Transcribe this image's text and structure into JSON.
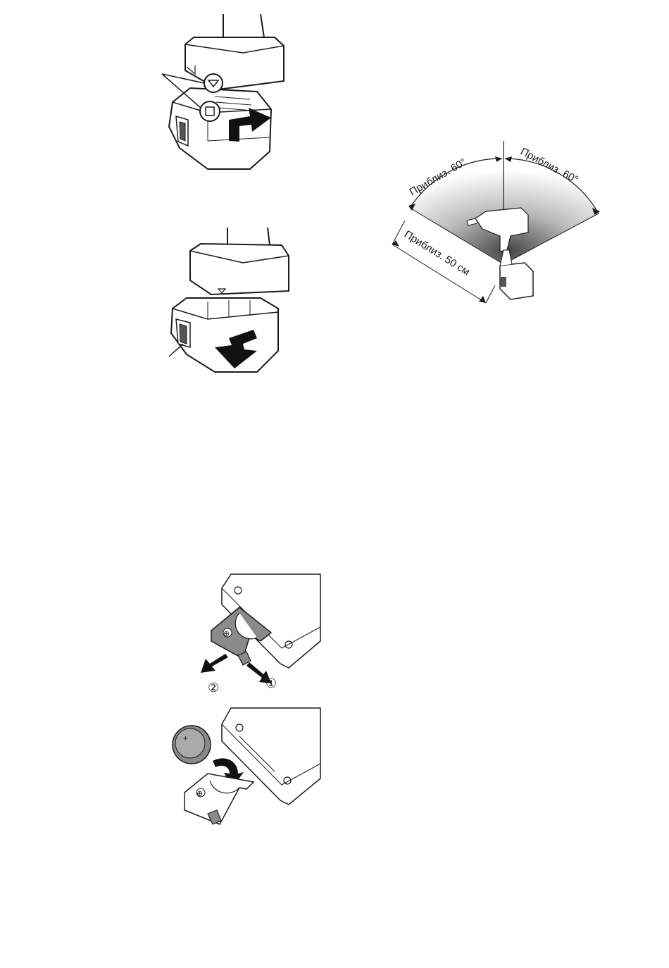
{
  "angle_diagram": {
    "left_angle_label": "Приблиз. 60°",
    "right_angle_label": "Приблиз. 60°",
    "distance_label": "Приблиз. 50 см"
  },
  "battery_steps": {
    "step1_marker": "①",
    "step2_marker": "②"
  },
  "battery_icon": {
    "plus_sign": "+"
  },
  "tray_icon": {
    "plus_sign": "⊕"
  },
  "colors": {
    "line": "#1a1a1a",
    "tool_fill": "#ffffff",
    "shade_dark": "#555555",
    "tray_gray": "#8a8a8a",
    "arrow": "#111111"
  }
}
